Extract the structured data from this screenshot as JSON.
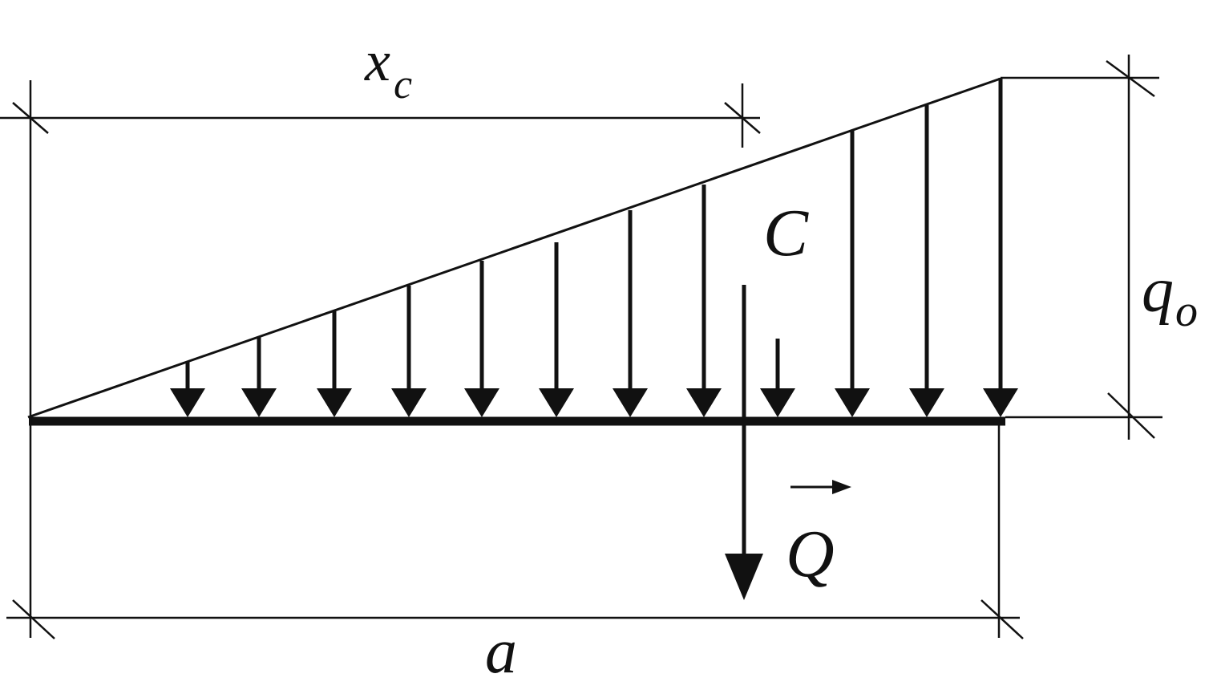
{
  "labels": {
    "xc_main": "x",
    "xc_sub": "c",
    "a": "a",
    "q_main": "q",
    "q_sub": "o",
    "C": "C",
    "Q": "Q"
  },
  "colors": {
    "ink": "#111111",
    "background": "#ffffff"
  }
}
